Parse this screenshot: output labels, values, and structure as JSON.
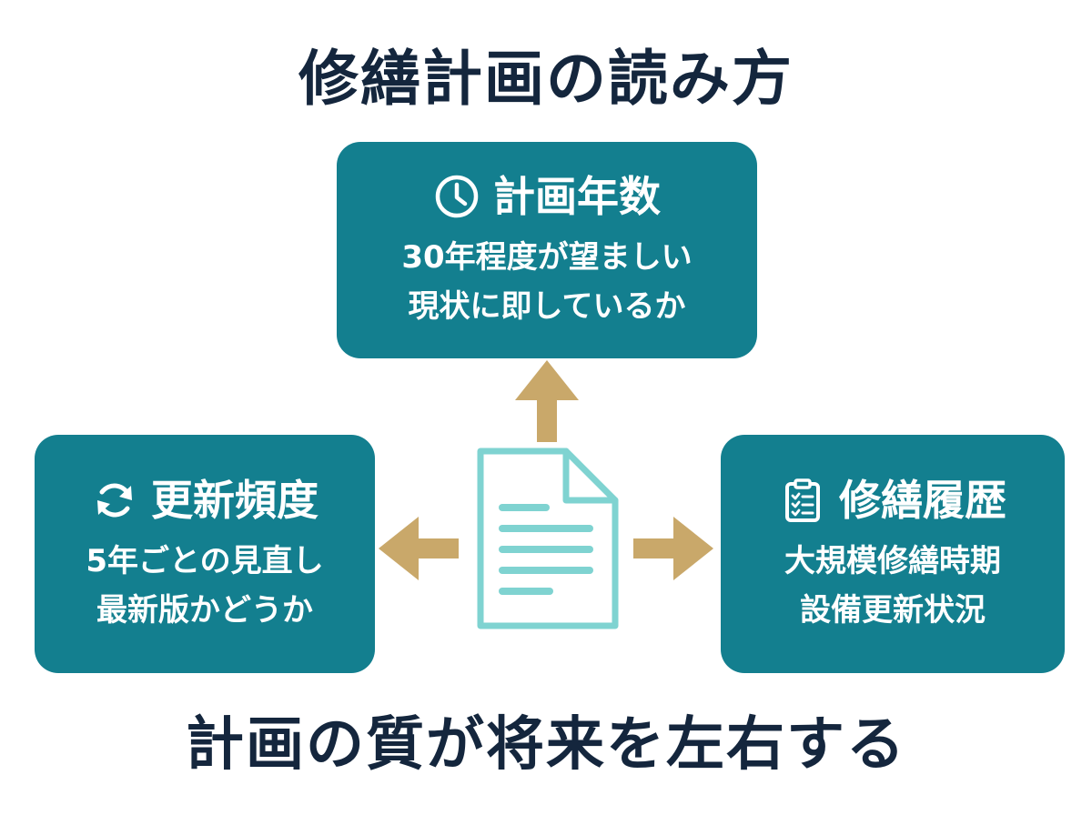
{
  "title": "修繕計画の読み方",
  "footer": "計画の質が将来を左右する",
  "boxes": {
    "top": {
      "icon": "clock-icon",
      "heading": "計画年数",
      "lines": [
        "30年程度が望ましい",
        "現状に即しているか"
      ]
    },
    "left": {
      "icon": "refresh-icon",
      "heading": "更新頻度",
      "lines": [
        "5年ごとの見直し",
        "最新版かどうか"
      ]
    },
    "right": {
      "icon": "clipboard-checklist-icon",
      "heading": "修繕履歴",
      "lines": [
        "大規模修繕時期",
        "設備更新状況"
      ]
    }
  },
  "center": {
    "icon": "document-icon"
  },
  "colors": {
    "box": "#137f8f",
    "arrow": "#c9a86a",
    "title": "#14263d",
    "document": "#7fd3d1"
  }
}
